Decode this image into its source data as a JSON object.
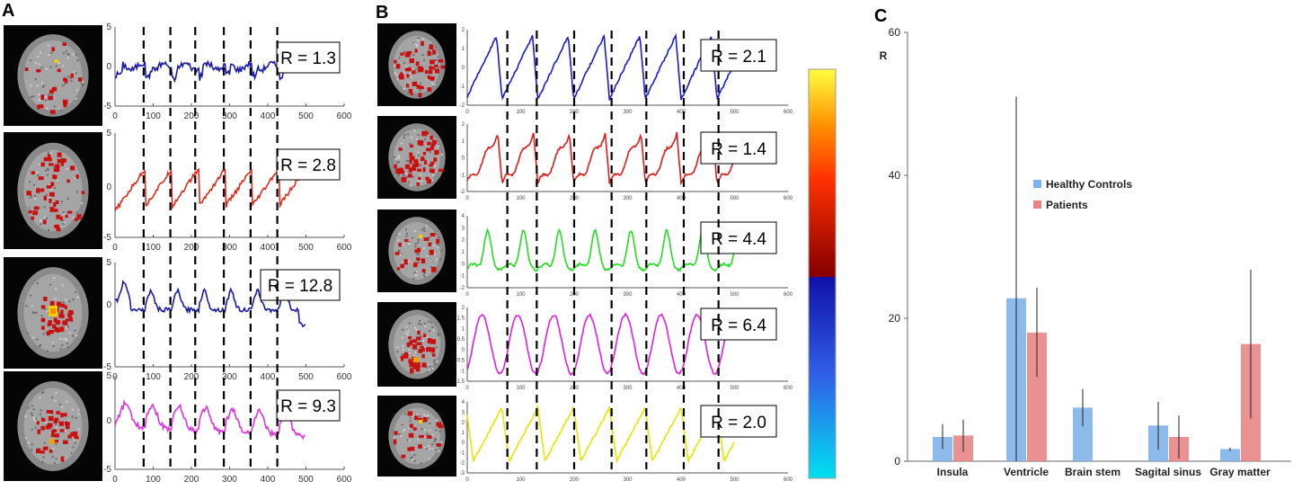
{
  "panel_labels": {
    "a": "A",
    "b": "B",
    "c": "C"
  },
  "panel_a": {
    "x_ticks": [
      "0",
      "100",
      "200",
      "300",
      "400",
      "500",
      "600"
    ],
    "y_ticks": [
      "5",
      "0",
      "-5"
    ],
    "event_times": [
      75,
      145,
      210,
      285,
      355,
      425
    ],
    "rows": [
      {
        "r_label": "R = 1.3",
        "color": "#1a1aaa",
        "brain": "sparse"
      },
      {
        "r_label": "R = 2.8",
        "color": "#dd2a1a",
        "brain": "spread"
      },
      {
        "r_label": "R = 12.8",
        "color": "#1a1aaa",
        "brain": "central"
      },
      {
        "r_label": "R = 9.3",
        "color": "#dd33dd",
        "brain": "posterior"
      }
    ]
  },
  "panel_b": {
    "x_ticks": [
      "0",
      "100",
      "200",
      "300",
      "400",
      "500",
      "600"
    ],
    "event_times": [
      75,
      130,
      200,
      270,
      335,
      405,
      470
    ],
    "rows": [
      {
        "r_label": "R = 2.1",
        "color": "#1a1acc",
        "y_ticks": [
          "2",
          "1",
          "0",
          "-1",
          "-2"
        ]
      },
      {
        "r_label": "R = 1.4",
        "color": "#dd1a1a",
        "y_ticks": [
          "2",
          "1",
          "0",
          "-1",
          "-2"
        ]
      },
      {
        "r_label": "R = 4.4",
        "color": "#22dd22",
        "y_ticks": [
          "4",
          "3",
          "2",
          "1",
          "0",
          "-1",
          "-2"
        ]
      },
      {
        "r_label": "R = 6.4",
        "color": "#e01ee0",
        "y_ticks": [
          "2",
          "1.5",
          "1",
          "0.5",
          "0",
          "-0.5",
          "-1",
          "-1.5"
        ]
      },
      {
        "r_label": "R = 2.0",
        "color": "#e6e600",
        "y_ticks": [
          "4",
          "3",
          "2",
          "1",
          "0",
          "-1",
          "-2",
          "-3"
        ]
      }
    ],
    "colorbar": [
      "#00e0f0",
      "#3060e8",
      "#1010a8",
      "#8a0000",
      "#ff3000",
      "#ff9000",
      "#ffff40"
    ]
  },
  "chart_data": {
    "type": "bar",
    "title": "",
    "ylabel": "R",
    "xlabel": "",
    "ylim": [
      0,
      60
    ],
    "y_ticks": [
      0,
      20,
      40,
      60
    ],
    "grid": false,
    "legend_position": "center-left",
    "categories": [
      "Insula",
      "Ventricle",
      "Brain stem",
      "Sagital sinus",
      "Gray matter"
    ],
    "series": [
      {
        "name": "Healthy Controls",
        "color": "#7fb3e8",
        "values": [
          3.4,
          22.8,
          7.5,
          5.0,
          1.7
        ],
        "error_low": [
          1.7,
          0,
          4.9,
          1.6,
          1.4
        ],
        "error_high": [
          5.2,
          51.0,
          10.1,
          8.3,
          1.9
        ]
      },
      {
        "name": "Patients",
        "color": "#e88585",
        "values": [
          3.6,
          18.0,
          null,
          3.4,
          16.4
        ],
        "error_low": [
          1.3,
          11.8,
          null,
          0.4,
          6.0
        ],
        "error_high": [
          5.8,
          24.3,
          null,
          6.4,
          26.8
        ]
      }
    ]
  }
}
